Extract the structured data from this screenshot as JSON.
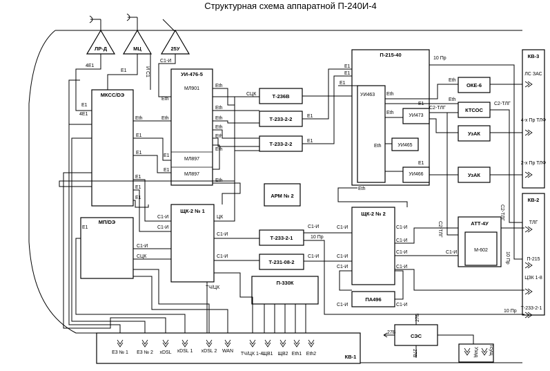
{
  "title": "Структурная схема аппаратной П-240И-4",
  "antennas": {
    "lrd": "ЛР-Д",
    "mc": "МЦ",
    "25u": "25У"
  },
  "blocks": {
    "mkss": "МКСС/DЭ",
    "mp": "МП/DЭ",
    "ui476": "УИ-476-5",
    "ml901": "МЛ901",
    "ml897a": "МЛ897",
    "ml897b": "МЛ897",
    "t236v": "Т-236В",
    "t2332a": "Т-233-2-2",
    "t2332b": "Т-233-2-2",
    "p21540": "П-215-40",
    "ui463": "УИ463",
    "ui465": "УИ465",
    "ui473": "УИ473",
    "ui466": "УИ466",
    "oke6": "ОКЕ-6",
    "ktsos": "КТСОС",
    "uzak1": "УзАК",
    "uzak2": "УзАК",
    "arm2": "АРМ № 2",
    "shk1": "ЩК-2 № 1",
    "shk2": "ЩК-2 № 2",
    "t2332_1": "Т-233-2-1",
    "t23108": "Т-231-08-2",
    "pa496": "ПА496",
    "att4u": "АТТ-4У",
    "m602": "М-602",
    "p330k": "П-330К",
    "ses": "СЭС",
    "kv3": "КВ-3",
    "kv2": "КВ-2",
    "kv1": "КВ-1"
  },
  "kv3_ports": [
    "ЛС ЗАС",
    "4-х Пр ТЛФ",
    "2-х Пр ТЛФ"
  ],
  "kv2_ports": [
    "ТЛГ",
    "П-215",
    "ЦЗК 1-8",
    "Т-233-2-1"
  ],
  "kv1_ports": [
    "Е3 № 1",
    "Е3 № 2",
    "xDSL",
    "xDSL 1",
    "xDSL 2",
    "WAN",
    "ТЧ/ЦК 1-4",
    "ЩВ1",
    "ЩВ2",
    "Eth1",
    "Eth2"
  ],
  "power_ports": [
    "Узад",
    "Тсущ"
  ],
  "labels": {
    "e1": "Е1",
    "eth": "Eth",
    "c1i": "С1-И",
    "ck": "ЦК",
    "sck": "СЦК",
    "tchck": "ТЧ/ЦК",
    "4e1": "4Е1",
    "10pr": "10 Пр",
    "c2tlg": "С2-ТЛГ",
    "27v": "27В",
    "i_c1": "И С1"
  }
}
